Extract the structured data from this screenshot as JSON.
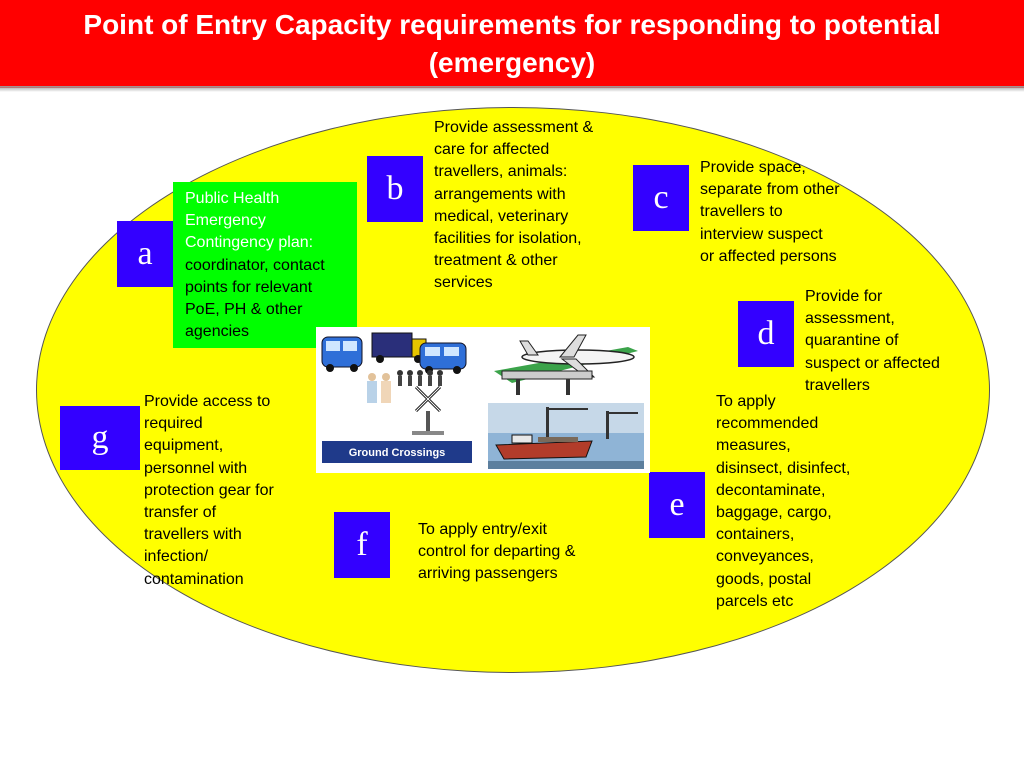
{
  "slide": {
    "title_line1": "Point of Entry Capacity requirements for responding to potential",
    "title_line2": "(emergency)"
  },
  "items": {
    "a": {
      "letter": "a",
      "text_white": "Public Health\nEmergency\nContingency plan:",
      "text_black": "coordinator, contact\npoints for relevant\nPoE, PH & other\nagencies"
    },
    "b": {
      "letter": "b",
      "text": "Provide assessment &\ncare for affected\ntravellers, animals:\narrangements with\nmedical, veterinary\nfacilities for isolation,\ntreatment & other\nservices"
    },
    "c": {
      "letter": "c",
      "text": "Provide space,\nseparate from other\ntravellers to\ninterview suspect\nor affected persons"
    },
    "d": {
      "letter": "d",
      "text": "Provide for\nassessment,\nquarantine of\nsuspect or affected\ntravellers"
    },
    "e": {
      "letter": "e",
      "text": "To apply\nrecommended\nmeasures,\ndisinsect, disinfect,\ndecontaminate,\nbaggage, cargo,\ncontainers,\nconveyances,\ngoods, postal\nparcels etc"
    },
    "f": {
      "letter": "f",
      "text": "To apply entry/exit\ncontrol for departing &\narriving passengers"
    },
    "g": {
      "letter": "g",
      "text": "Provide access to\nrequired\nequipment,\npersonnel with\nprotection gear for\ntransfer of\ntravellers with\ninfection/\ncontamination"
    }
  },
  "picture": {
    "caption": "Ground Crossings",
    "icons": [
      "bus-icon",
      "truck-icon",
      "people-icon",
      "railway-crossing-icon",
      "airplane-icon",
      "ship-icon"
    ]
  },
  "colors": {
    "header_bg": "#ff0000",
    "header_text": "#ffffff",
    "ellipse_fill": "#ffff00",
    "letter_box": "#3300ff",
    "green_box": "#00ff00"
  }
}
